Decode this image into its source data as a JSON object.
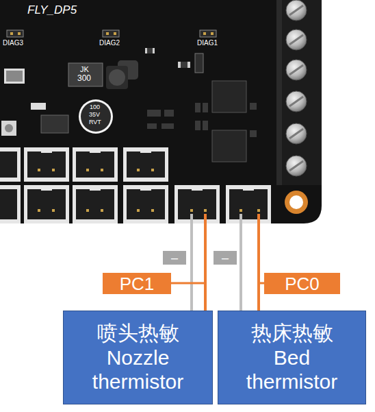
{
  "diagram": {
    "nodes": [
      {
        "text": [
          "喷头热敏",
          "Nozzle thermistor"
        ]
      },
      {
        "text": [
          "热床热敏",
          "Bed thermistor"
        ]
      }
    ],
    "labels": [
      "FLY_DP5",
      "DIAG3",
      "DIAG2",
      "DIAG1",
      "JK",
      "300",
      "100",
      "35V",
      "RVT",
      "–",
      "–",
      "PC1",
      "PC0"
    ]
  }
}
